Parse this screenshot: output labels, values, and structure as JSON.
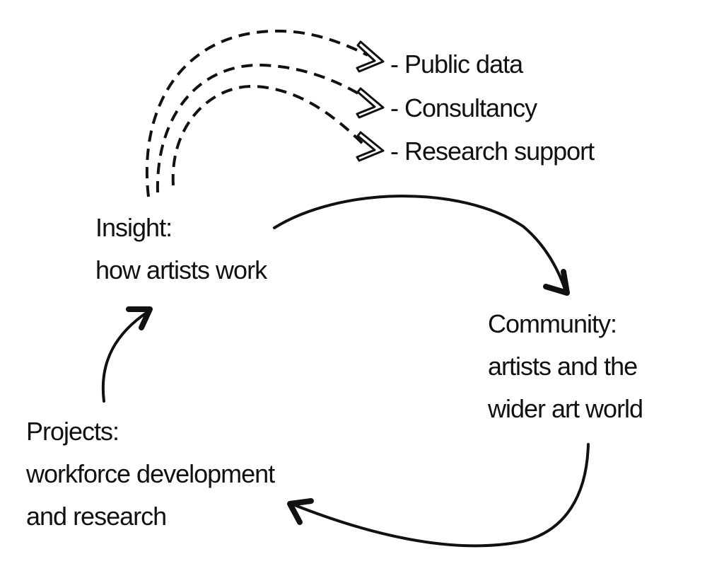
{
  "diagram": {
    "type": "cycle",
    "nodes": [
      {
        "id": "insight",
        "title": "Insight:",
        "subtitle_lines": [
          "how artists work"
        ]
      },
      {
        "id": "community",
        "title": "Community:",
        "subtitle_lines": [
          "artists and the",
          "wider art world"
        ]
      },
      {
        "id": "projects",
        "title": "Projects:",
        "subtitle_lines": [
          "workforce development",
          "and research"
        ]
      }
    ],
    "cycle_edges": [
      {
        "from": "insight",
        "to": "community",
        "style": "solid"
      },
      {
        "from": "community",
        "to": "projects",
        "style": "solid"
      },
      {
        "from": "projects",
        "to": "insight",
        "style": "solid"
      }
    ],
    "outputs": {
      "from": "insight",
      "style": "dashed",
      "items": [
        "- Public data",
        "- Consultancy",
        "- Research support"
      ]
    },
    "colors": {
      "stroke": "#111111",
      "text": "#111111",
      "background": "#ffffff"
    }
  }
}
